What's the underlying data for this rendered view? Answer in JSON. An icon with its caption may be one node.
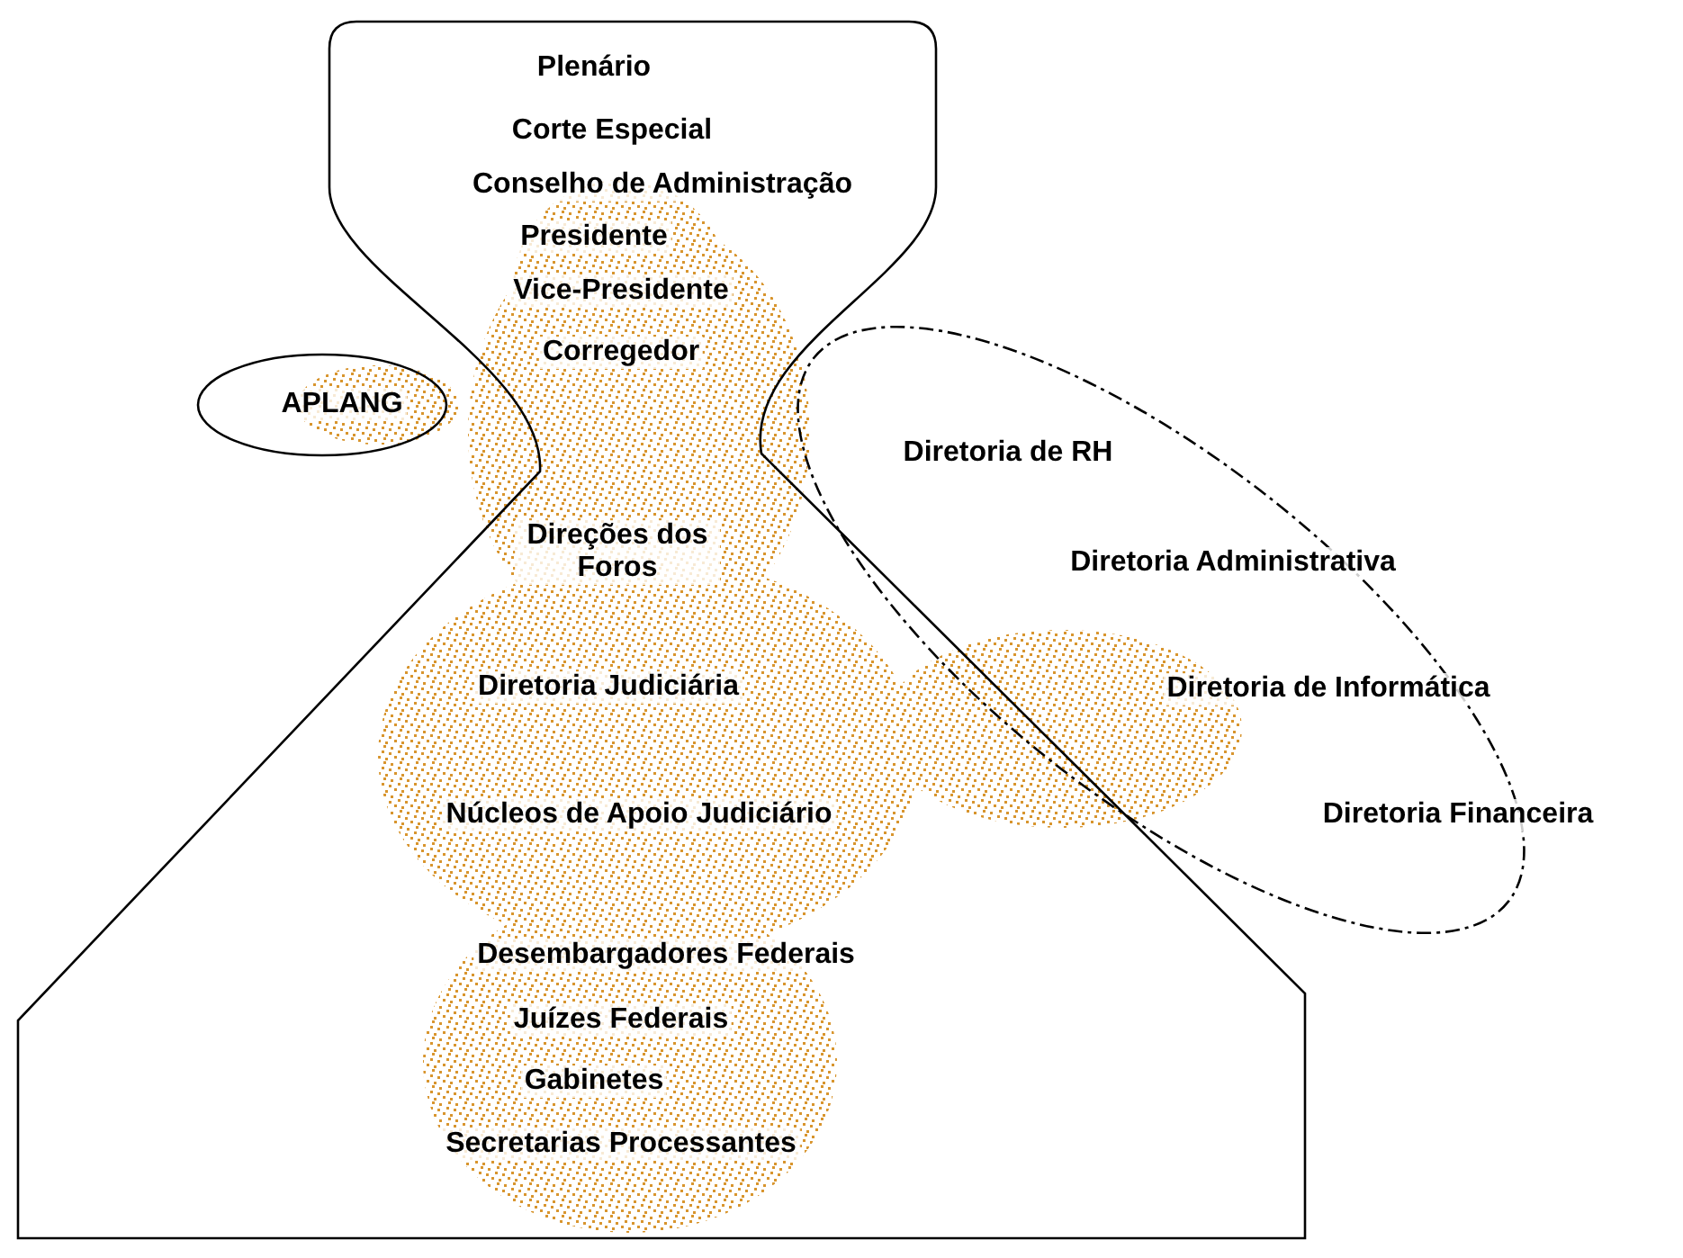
{
  "diagram": {
    "nodes": [
      {
        "text": [
          "Plenário",
          "Corte Especial",
          "Conselho de Administração",
          "Presidente",
          "Vice-Presidente",
          "Corregedor",
          "Direções dos Foros",
          "Diretoria Judiciária",
          "Núcleos de Apoio Judiciário",
          "Desembargadores Federais",
          "Juízes Federais",
          "Gabinetes",
          "Secretarias Processantes"
        ]
      },
      {
        "text": [
          "APLANG"
        ]
      },
      {
        "text": [
          "Diretoria de RH",
          "Diretoria Administrativa",
          "Diretoria de Informática",
          "Diretoria Financeira"
        ]
      }
    ]
  }
}
